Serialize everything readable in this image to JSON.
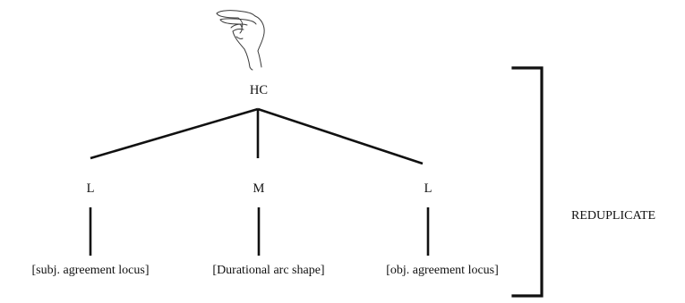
{
  "tree": {
    "root": {
      "label": "HC",
      "icon": "handshape-icon"
    },
    "children": [
      {
        "label": "L",
        "feature": "[subj. agreement locus]"
      },
      {
        "label": "M",
        "feature": "[Durational arc shape]"
      },
      {
        "label": "L",
        "feature": "[obj. agreement locus]"
      }
    ]
  },
  "bracket": {
    "label": "REDUPLICATE"
  }
}
